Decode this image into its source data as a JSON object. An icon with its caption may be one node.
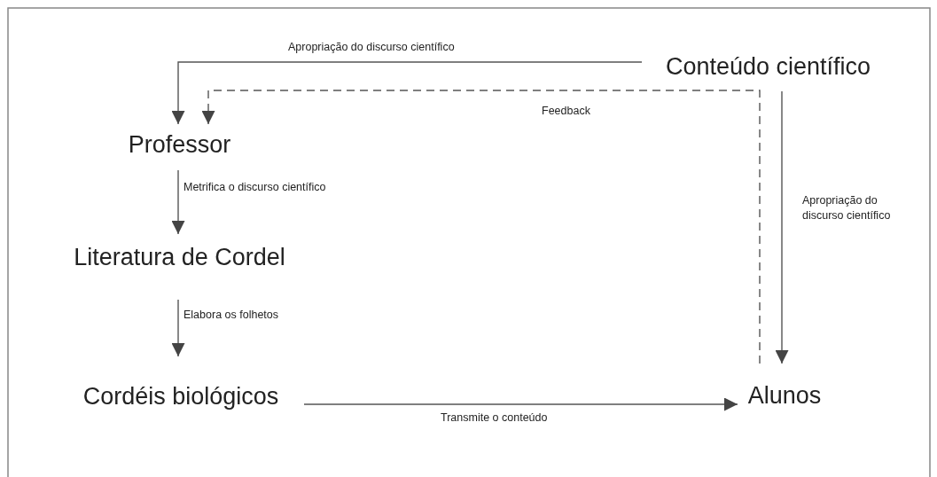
{
  "diagram": {
    "nodes": [
      {
        "text": [
          "Conteúdo científico"
        ]
      },
      {
        "text": [
          "Professor"
        ]
      },
      {
        "text": [
          "Literatura de Cordel"
        ]
      },
      {
        "text": [
          "Cordéis biológicos"
        ]
      },
      {
        "text": [
          "Alunos"
        ]
      }
    ],
    "edges": [
      {
        "from": 0,
        "to": 1,
        "arrow": "to",
        "label": "Apropriação do discurso científico"
      },
      {
        "from": 4,
        "to": 1,
        "arrow": "to",
        "label": "Feedback",
        "style": "dashed"
      },
      {
        "from": 0,
        "to": 4,
        "arrow": "to",
        "label": "Apropriação do discurso científico"
      },
      {
        "from": 1,
        "to": 2,
        "arrow": "to",
        "label": "Metrifica o discurso científico"
      },
      {
        "from": 2,
        "to": 3,
        "arrow": "to",
        "label": "Elabora os folhetos"
      },
      {
        "from": 3,
        "to": 4,
        "arrow": "to",
        "label": "Transmite o conteúdo"
      }
    ]
  }
}
